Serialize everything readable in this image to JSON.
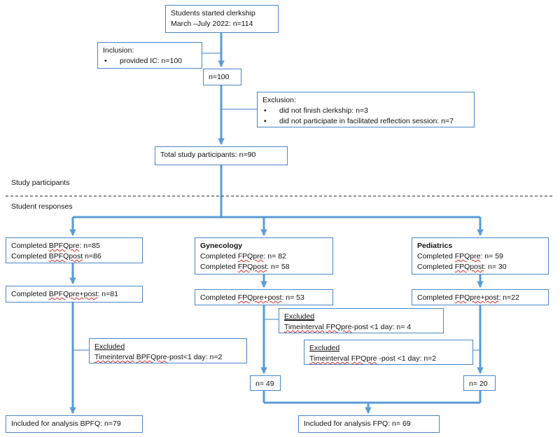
{
  "boxes": {
    "started": {
      "line1": "Students started clerkship",
      "line2": "March –July 2022: n=114"
    },
    "inclusion": {
      "title": "Inclusion:",
      "bullet": "provided IC: n=100"
    },
    "n100": {
      "text": "n=100"
    },
    "exclusion": {
      "title": "Exclusion:",
      "bullets": [
        "did not finish clerkship: n=3",
        "did not participate in facilitated reflection session: n=7"
      ]
    },
    "total": {
      "text": "Total study participants: n=90"
    },
    "bpfq_completed": {
      "line1_pre": "Completed ",
      "line1_term": "BPFQpre",
      "line1_post": ": n=85",
      "line2_pre": "Completed ",
      "line2_term": "BPFQpost",
      "line2_post": " n=86"
    },
    "gyn_completed": {
      "title": "Gynecology",
      "line1_pre": "Completed ",
      "line1_term": "FPQpre",
      "line1_post": ": n= 82",
      "line2_pre": "Completed ",
      "line2_term": "FPQpost",
      "line2_post": ": n= 58"
    },
    "ped_completed": {
      "title": "Pediatrics",
      "line1_pre": "Completed ",
      "line1_term": "FPQpre",
      "line1_post": ": n= 59",
      "line2_pre": "Completed ",
      "line2_term": "FPQpost",
      "line2_post": ": n= 30"
    },
    "bpfq_both": {
      "pre": "Completed ",
      "term": "BPFQpre+post",
      "post": ": n=81"
    },
    "gyn_both": {
      "pre": "Completed ",
      "term": "FPQpre+post",
      "post": ": n= 53"
    },
    "ped_both": {
      "pre": "Completed ",
      "term": "FPQpre+post",
      "post": ": n=22"
    },
    "gyn_excl": {
      "title": "Excluded",
      "term1": "Timeinterval",
      "sp": " ",
      "term2": "FPQpre",
      "post": "-post <1 day: n= 4"
    },
    "ped_excl": {
      "title": "Excluded",
      "term1": "Timeinterval",
      "sp1": " ",
      "term2": "FPQpre",
      "sp2": " -post <1 day: n=2"
    },
    "bpfq_excl": {
      "title": "Excluded",
      "term1": "Timeinterval",
      "sp": " ",
      "term2": "BPFQpre",
      "post": "-post<1 day: n=2"
    },
    "gyn_n49": {
      "text": "n= 49"
    },
    "ped_n20": {
      "text": "n= 20"
    },
    "bpfq_final": {
      "text": "Included for analysis BPFQ: n=79"
    },
    "fpq_final": {
      "text": "Included for analysis FPQ: n= 69"
    }
  },
  "labels": {
    "study_participants": "Study participants",
    "student_responses": "Student responses"
  },
  "colors": {
    "connector": "#5b9bd5",
    "box_border": "#4a86c5",
    "divider": "#222222"
  }
}
